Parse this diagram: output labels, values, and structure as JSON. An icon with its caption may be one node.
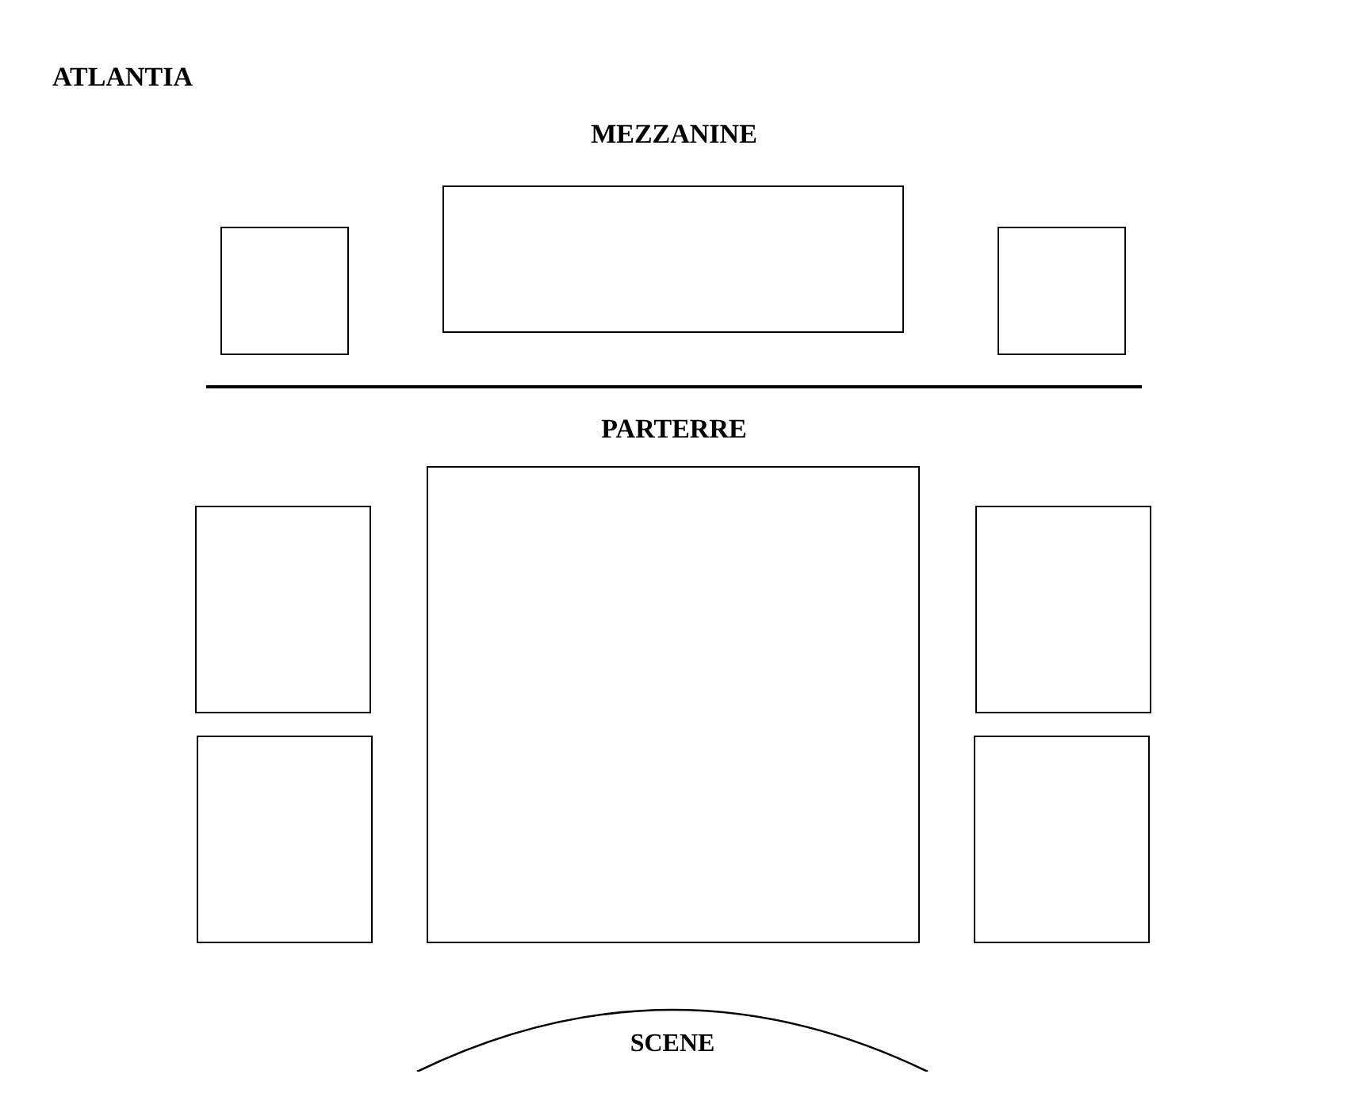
{
  "diagram": {
    "title": "ATLANTIA",
    "nodes": [
      {
        "text": [],
        "shape": "box"
      },
      {
        "text": [],
        "shape": "box"
      },
      {
        "text": [],
        "shape": "box"
      },
      {
        "text": [],
        "shape": "box"
      },
      {
        "text": [],
        "shape": "box"
      },
      {
        "text": [],
        "shape": "box"
      },
      {
        "text": [],
        "shape": "box"
      },
      {
        "text": [],
        "shape": "box"
      },
      {
        "text": [
          "SCENE"
        ]
      }
    ],
    "labels": [
      "MEZZANINE",
      "PARTERRE"
    ]
  }
}
